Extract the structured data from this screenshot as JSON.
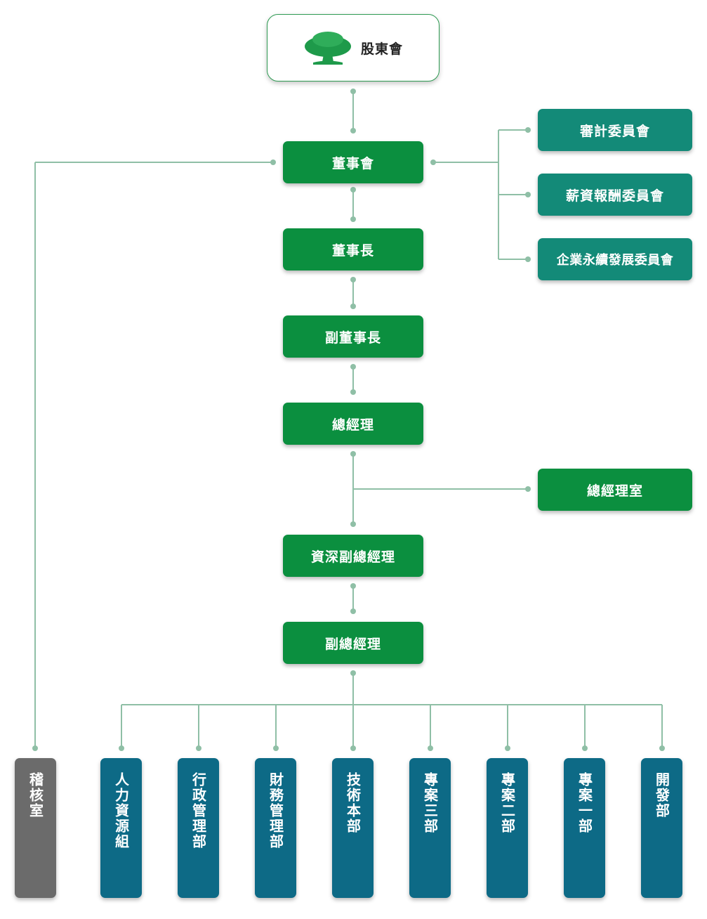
{
  "shareholders": "股東會",
  "main_chain": [
    "董事會",
    "董事長",
    "副董事長",
    "總經理",
    "資深副總經理",
    "副總經理"
  ],
  "committees": [
    "審計委員會",
    "薪資報酬委員會",
    "企業永續發展委員會"
  ],
  "gm_office": "總經理室",
  "audit": "稽核室",
  "departments": [
    "人力資源組",
    "行政管理部",
    "財務管理部",
    "技術本部",
    "專案三部",
    "專案二部",
    "專案一部",
    "開發部"
  ],
  "colors": {
    "green": "#0b8f3f",
    "teal": "#138a78",
    "blue": "#0d6a86",
    "gray": "#6b6b6b",
    "line": "#8fbfa6"
  },
  "icons": {
    "logo": "tree-logo-icon"
  }
}
